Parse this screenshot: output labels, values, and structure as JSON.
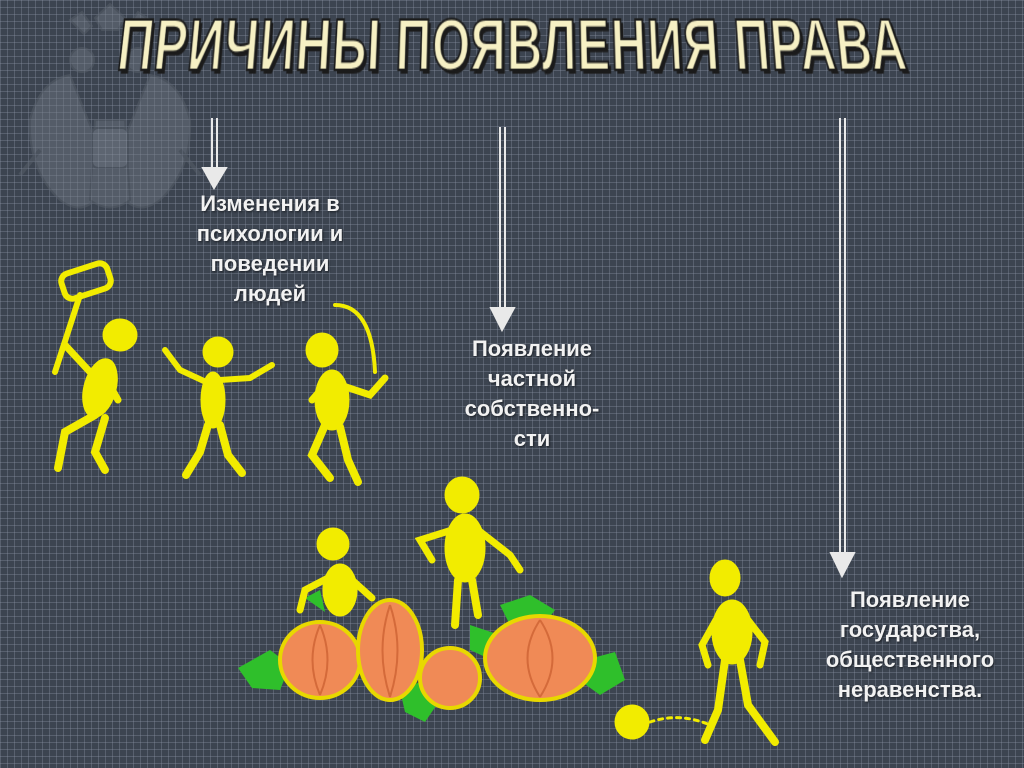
{
  "slide": {
    "title": "ПРИЧИНЫ ПОЯВЛЕНИЯ  ПРАВА",
    "causes": [
      {
        "lines": [
          "Изменения в",
          "психологии и",
          "поведении",
          "людей"
        ]
      },
      {
        "lines": [
          "Появление",
          "частной",
          "собственно-",
          "сти"
        ]
      },
      {
        "lines": [
          "Появление",
          "государства,",
          "общественного",
          "неравенства."
        ]
      }
    ]
  },
  "colors": {
    "title": "#f6f0c4",
    "title_outline": "#1b1b1b",
    "text": "#f2f2f2",
    "figure": "#f2ec00",
    "pumpkin": "#f08a56",
    "leaf": "#2fbf2b",
    "arrow": "#e9e9e9"
  },
  "icons": [
    "double-headed-eagle-emblem",
    "arrow-down-icon"
  ]
}
